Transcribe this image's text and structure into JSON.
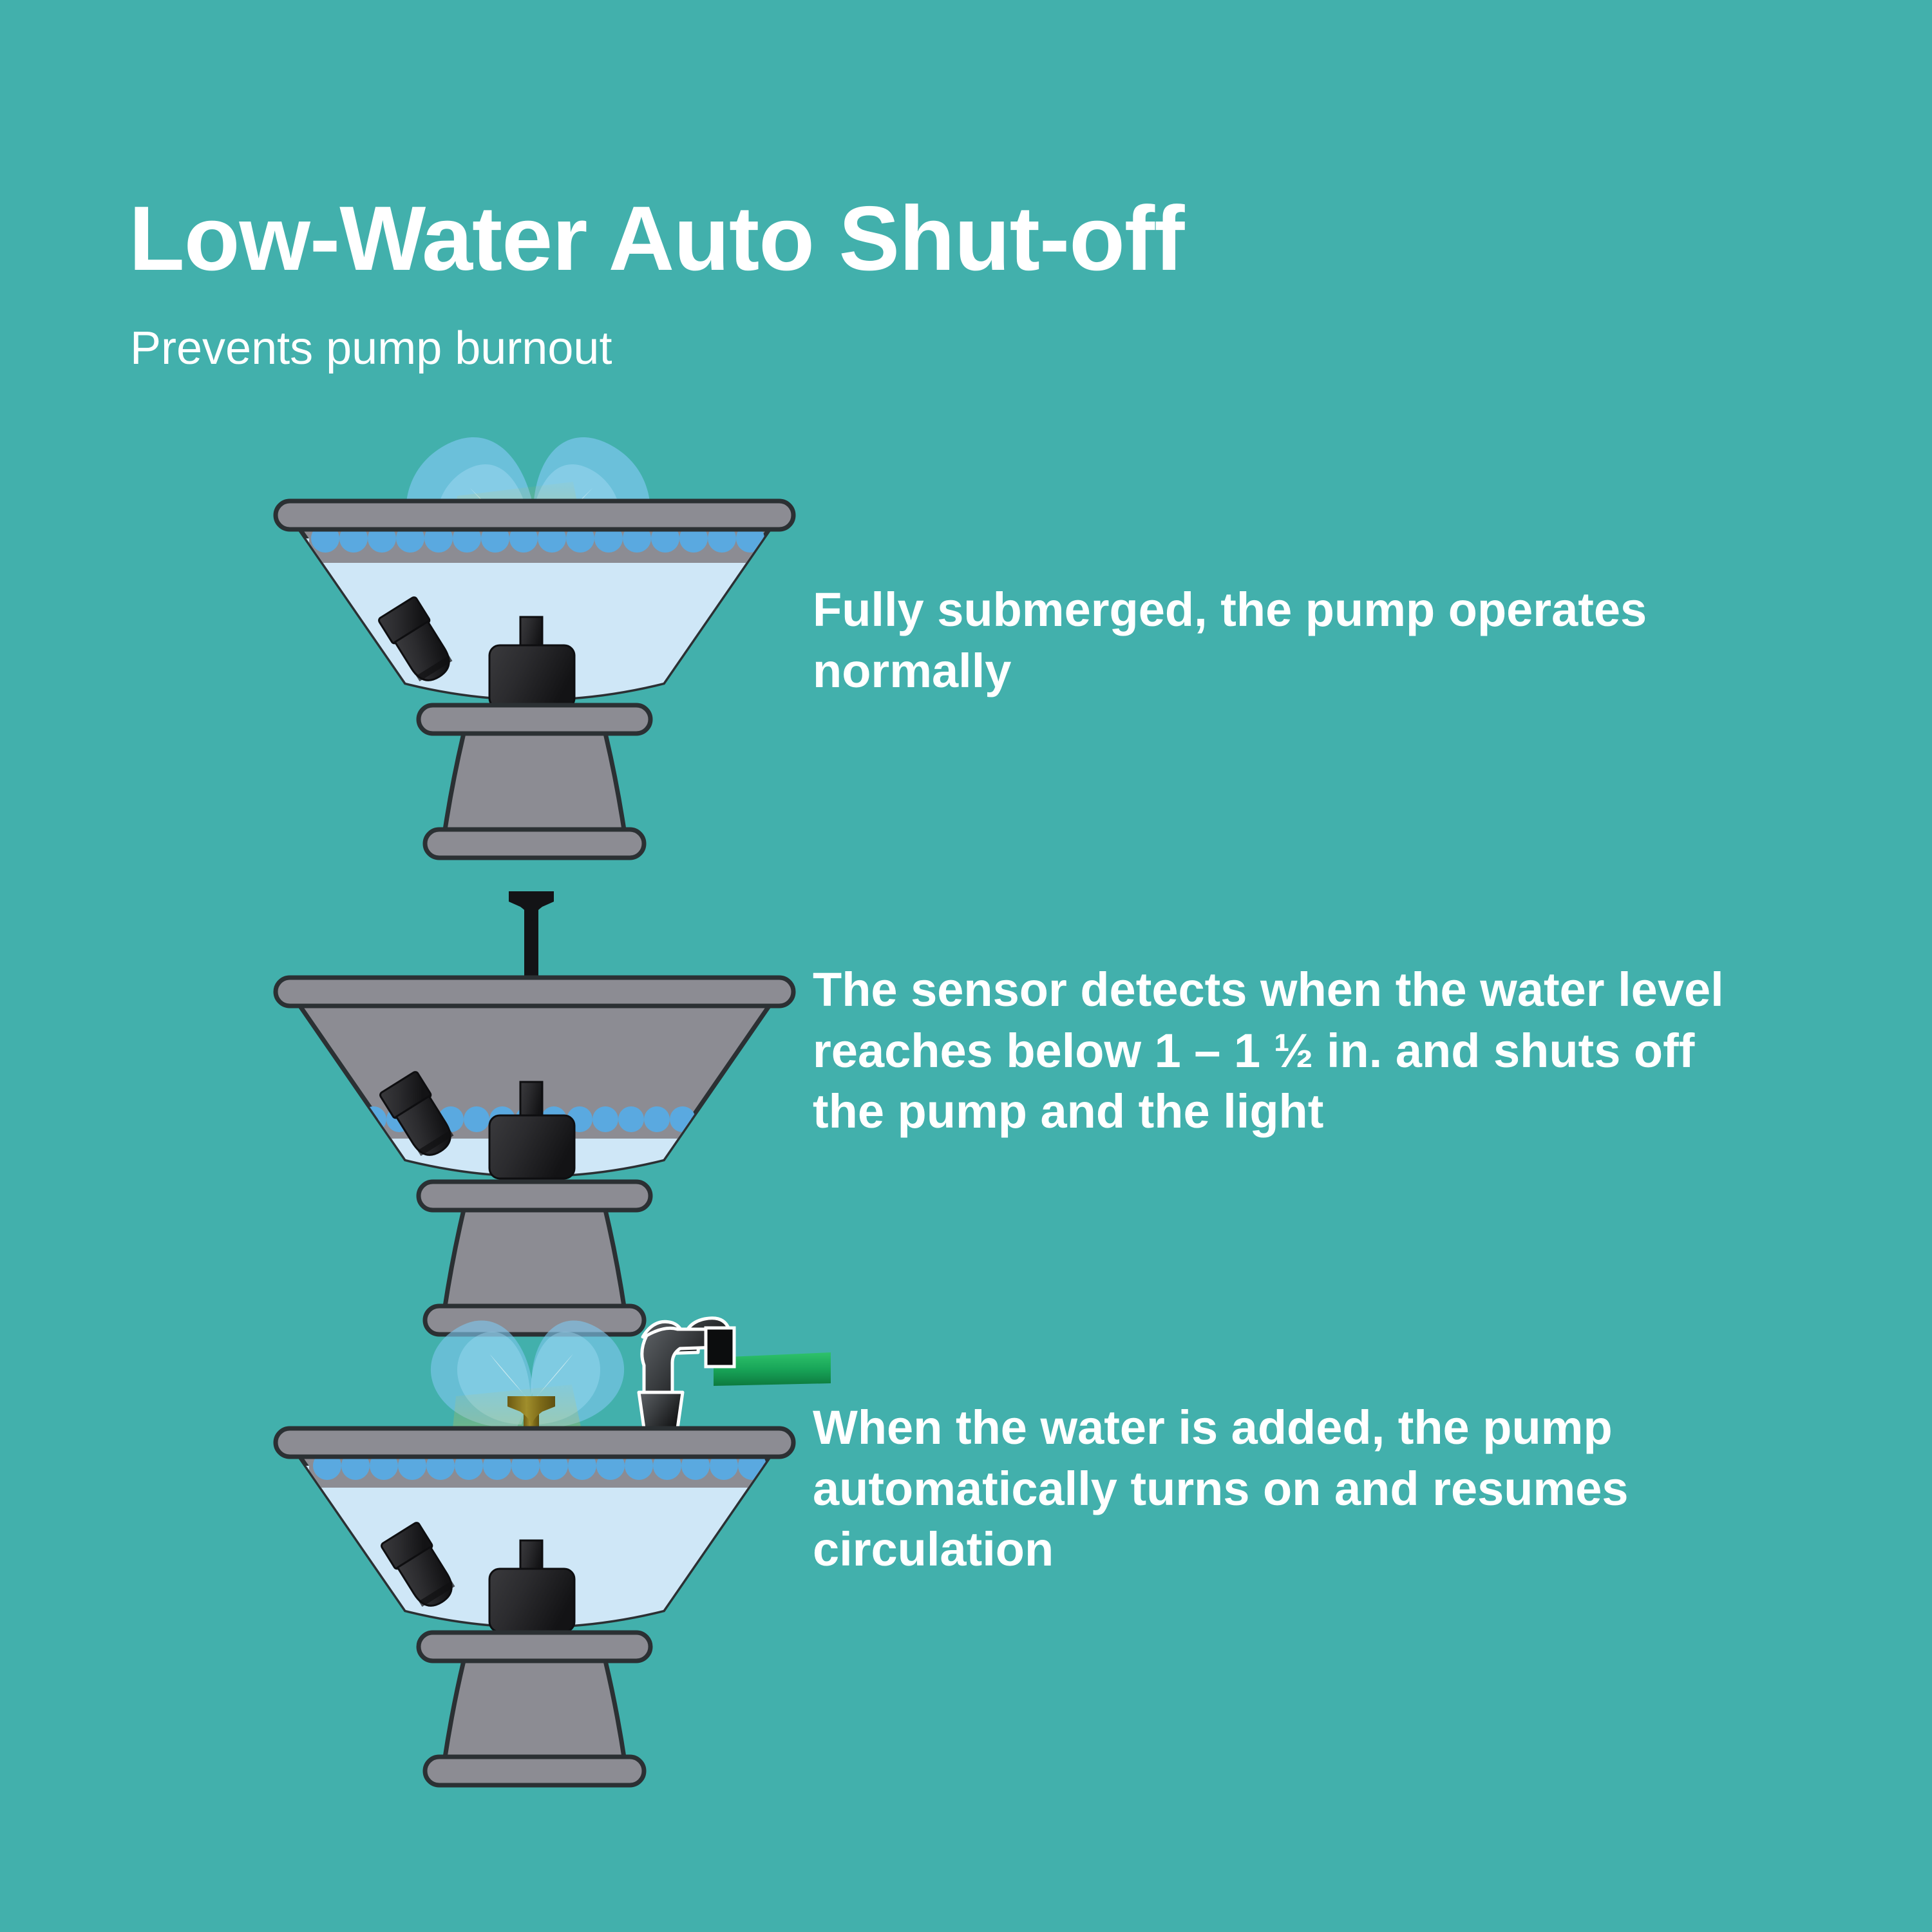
{
  "background_color": "#42b0ac",
  "header": {
    "title": "Low-Water Auto Shut-off",
    "subtitle": "Prevents pump burnout"
  },
  "colors": {
    "background": "#42b0ac",
    "text": "#ffffff",
    "basin_gray": "#8c8c93",
    "basin_outline": "#2b3033",
    "water_body": "#cfe7f7",
    "water_wave": "#5aa9e0",
    "pump_black": "#2a2a2c",
    "light_beam_yellow": "#e8c23a",
    "spray_blue": "#7ec8ef",
    "nozzle_brass": "#8a7520",
    "hose_green": "#18a558",
    "hose_stream_blue": "#2196f3"
  },
  "steps": [
    {
      "id": "step-1",
      "state": "full-water",
      "caption": "Fully submerged, the pump operates normally",
      "light_on": true,
      "spray_on": true,
      "water_level": "full",
      "hose_present": false,
      "icon_names": [
        "fountain-basin-icon",
        "pump-icon",
        "light-fixture-icon",
        "riser-nozzle-icon",
        "water-spray-icon",
        "light-beam-icon"
      ]
    },
    {
      "id": "step-2",
      "state": "low-water",
      "caption": "The sensor detects when the water level reaches below 1 – 1 ½ in. and shuts off the pump and the light",
      "light_on": false,
      "spray_on": false,
      "water_level": "low",
      "hose_present": false,
      "icon_names": [
        "fountain-basin-icon",
        "pump-icon",
        "light-fixture-icon",
        "riser-nozzle-icon"
      ]
    },
    {
      "id": "step-3",
      "state": "refilling",
      "caption": "When the water is added, the pump automatically turns on and resumes circulation",
      "light_on": true,
      "spray_on": true,
      "water_level": "full",
      "hose_present": true,
      "icon_names": [
        "fountain-basin-icon",
        "pump-icon",
        "light-fixture-icon",
        "riser-nozzle-icon",
        "water-spray-icon",
        "light-beam-icon",
        "hose-nozzle-icon",
        "garden-hose-icon",
        "hose-water-stream-icon"
      ]
    }
  ]
}
